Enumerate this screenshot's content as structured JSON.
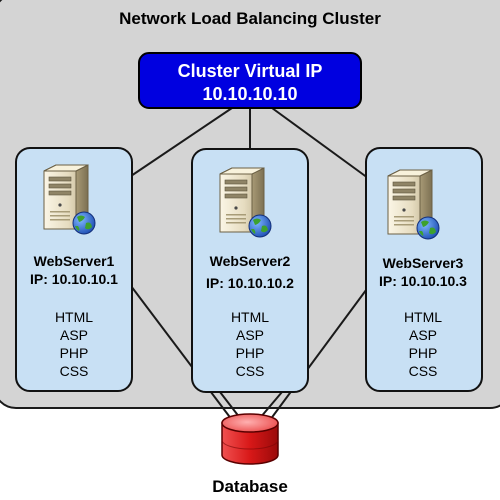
{
  "cluster": {
    "title": "Network Load Balancing Cluster"
  },
  "virtual_ip": {
    "label": "Cluster Virtual IP",
    "address": "10.10.10.10"
  },
  "servers": [
    {
      "name": "WebServer1",
      "ip": "IP: 10.10.10.1",
      "technologies": [
        "HTML",
        "ASP",
        "PHP",
        "CSS"
      ]
    },
    {
      "name": "WebServer2",
      "ip": "IP: 10.10.10.2",
      "technologies": [
        "HTML",
        "ASP",
        "PHP",
        "CSS"
      ]
    },
    {
      "name": "WebServer3",
      "ip": "IP: 10.10.10.3",
      "technologies": [
        "HTML",
        "ASP",
        "PHP",
        "CSS"
      ]
    }
  ],
  "database": {
    "label": "Database"
  },
  "colors": {
    "cluster_background": "#d4d4d4",
    "virtual_ip_fill": "#0000e0",
    "server_fill": "#c8e0f4",
    "database_fill": "#dd2020"
  }
}
